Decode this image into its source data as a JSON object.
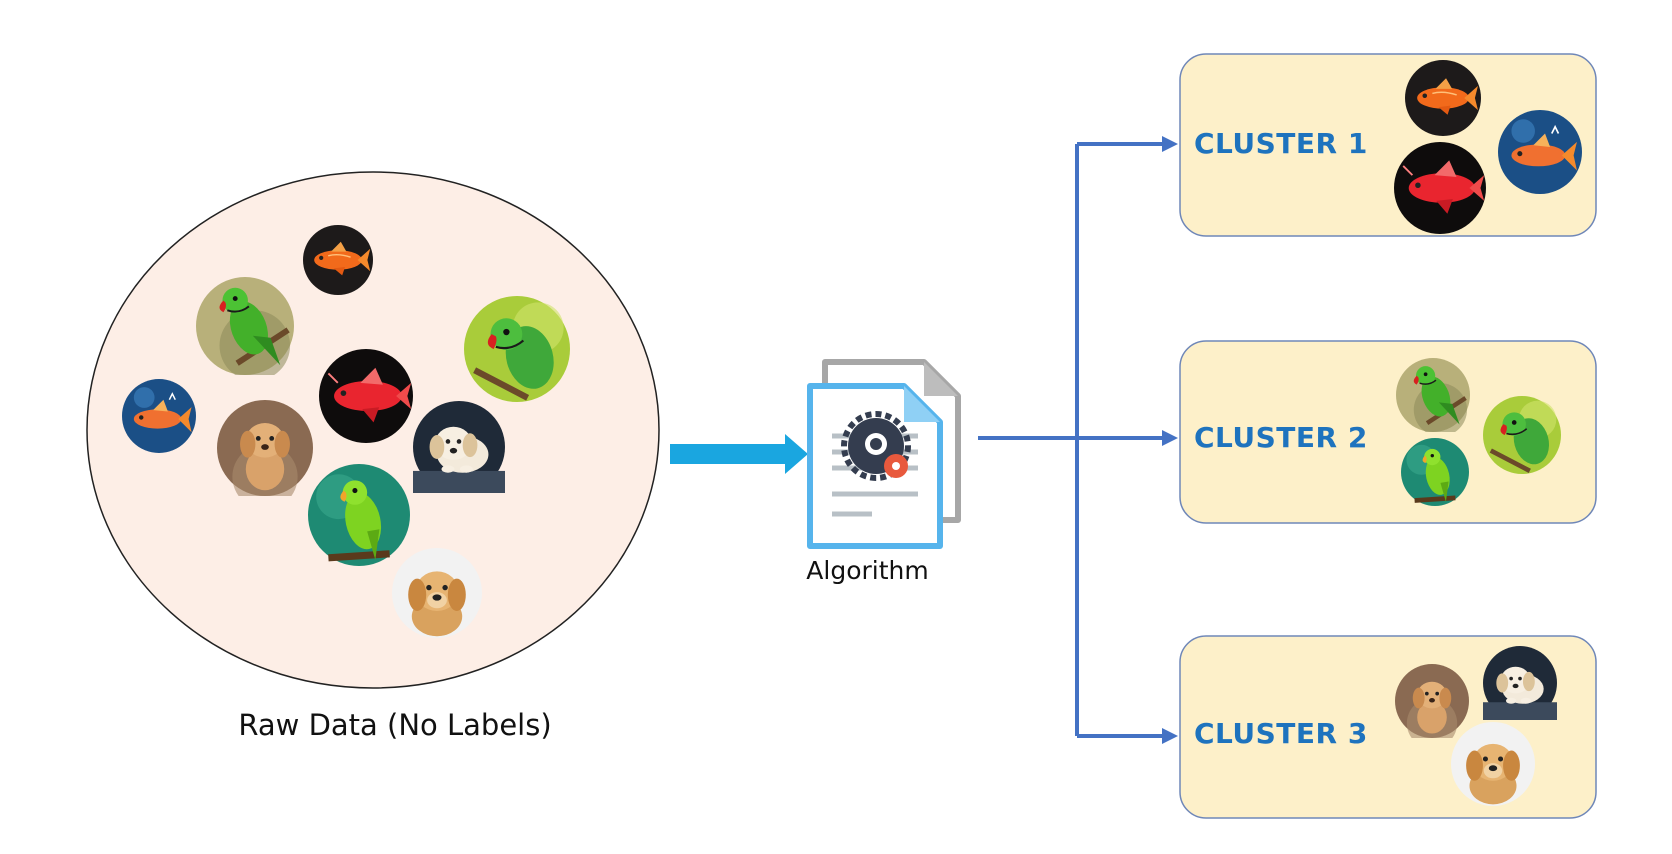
{
  "raw_data": {
    "label": "Raw Data (No Labels)"
  },
  "algorithm": {
    "label": "Algorithm",
    "icon": "document-gear-icon"
  },
  "clusters": [
    {
      "label": "CLUSTER 1",
      "items": [
        "fish",
        "fish",
        "fish"
      ]
    },
    {
      "label": "CLUSTER 2",
      "items": [
        "parrot",
        "parrot",
        "parrot"
      ]
    },
    {
      "label": "CLUSTER 3",
      "items": [
        "puppy",
        "puppy",
        "puppy"
      ]
    }
  ],
  "raw_items": [
    "fish",
    "parrot",
    "parrot",
    "fish",
    "fish",
    "puppy",
    "puppy",
    "parrot",
    "puppy"
  ],
  "colors": {
    "raw_circle_fill": "#fdeee6",
    "cluster_box_fill": "#fdf0c9",
    "cluster_box_border": "#6f87b8",
    "cluster_text": "#1e73be",
    "connector": "#4472c4",
    "input_arrow": "#1aa6e0"
  }
}
